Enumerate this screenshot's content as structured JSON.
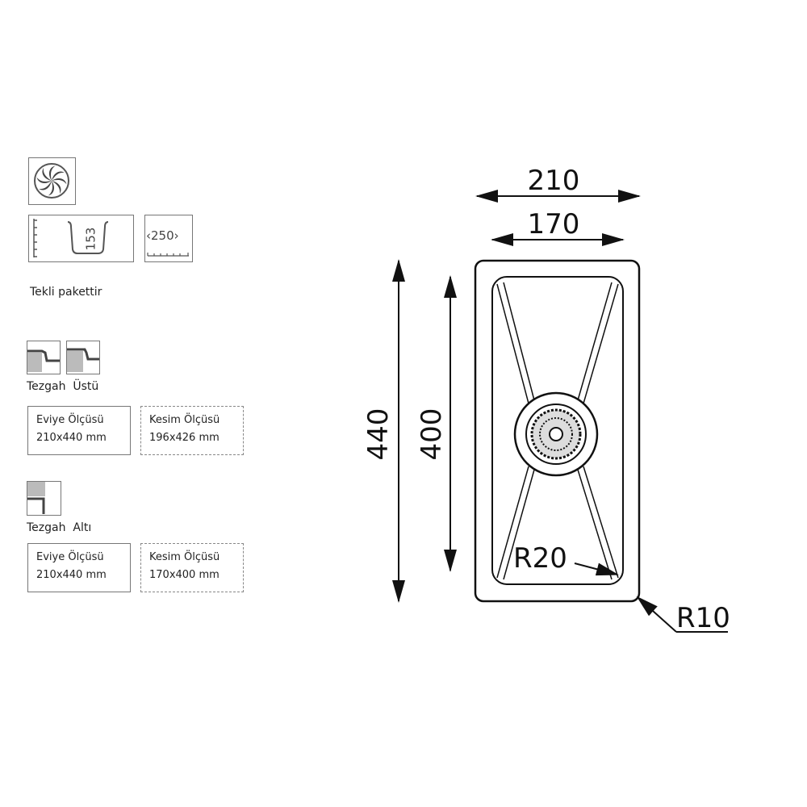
{
  "features": {
    "depth_value": "153",
    "cabinet_value": "250",
    "package_note": "Tekli pakettir"
  },
  "overmount": {
    "title": "Tezgah  Üstü",
    "sink_size_label": "Eviye  Ölçüsü",
    "sink_size_value": "210x440 mm",
    "cut_size_label": "Kesim Ölçüsü",
    "cut_size_value": "196x426 mm"
  },
  "undermount": {
    "title": "Tezgah  Altı",
    "sink_size_label": "Eviye  Ölçüsü",
    "sink_size_value": "210x440 mm",
    "cut_size_label": "Kesim Ölçüsü",
    "cut_size_value": "170x400 mm"
  },
  "drawing": {
    "outer_width": "210",
    "inner_width": "170",
    "outer_length": "440",
    "inner_length": "400",
    "inner_radius": "R20",
    "outer_radius": "R10"
  }
}
